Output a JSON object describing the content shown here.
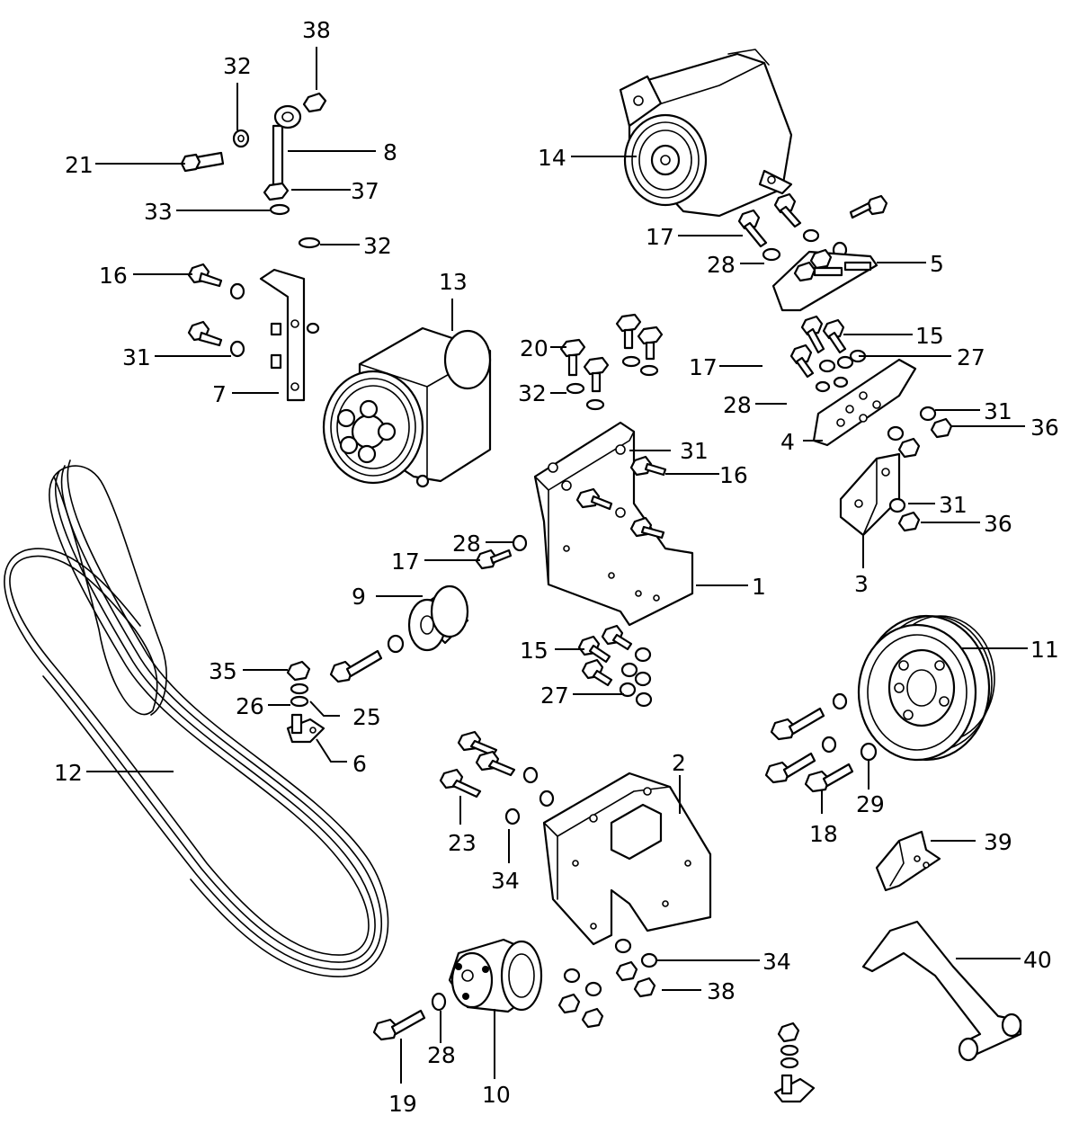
{
  "diagram": {
    "callouts": [
      {
        "id": "c1",
        "label": "1"
      },
      {
        "id": "c2",
        "label": "2"
      },
      {
        "id": "c3",
        "label": "3"
      },
      {
        "id": "c4",
        "label": "4"
      },
      {
        "id": "c5",
        "label": "5"
      },
      {
        "id": "c6",
        "label": "6"
      },
      {
        "id": "c7",
        "label": "7"
      },
      {
        "id": "c8",
        "label": "8"
      },
      {
        "id": "c9",
        "label": "9"
      },
      {
        "id": "c10",
        "label": "10"
      },
      {
        "id": "c11",
        "label": "11"
      },
      {
        "id": "c12",
        "label": "12"
      },
      {
        "id": "c13",
        "label": "13"
      },
      {
        "id": "c14",
        "label": "14"
      },
      {
        "id": "c15a",
        "label": "15"
      },
      {
        "id": "c15b",
        "label": "15"
      },
      {
        "id": "c16a",
        "label": "16"
      },
      {
        "id": "c16b",
        "label": "16"
      },
      {
        "id": "c17a",
        "label": "17"
      },
      {
        "id": "c17b",
        "label": "17"
      },
      {
        "id": "c17c",
        "label": "17"
      },
      {
        "id": "c18",
        "label": "18"
      },
      {
        "id": "c19",
        "label": "19"
      },
      {
        "id": "c20",
        "label": "20"
      },
      {
        "id": "c21",
        "label": "21"
      },
      {
        "id": "c23",
        "label": "23"
      },
      {
        "id": "c25",
        "label": "25"
      },
      {
        "id": "c26",
        "label": "26"
      },
      {
        "id": "c27a",
        "label": "27"
      },
      {
        "id": "c27b",
        "label": "27"
      },
      {
        "id": "c28a",
        "label": "28"
      },
      {
        "id": "c28b",
        "label": "28"
      },
      {
        "id": "c28c",
        "label": "28"
      },
      {
        "id": "c28d",
        "label": "28"
      },
      {
        "id": "c29",
        "label": "29"
      },
      {
        "id": "c31a",
        "label": "31"
      },
      {
        "id": "c31b",
        "label": "31"
      },
      {
        "id": "c31c",
        "label": "31"
      },
      {
        "id": "c31d",
        "label": "31"
      },
      {
        "id": "c32a",
        "label": "32"
      },
      {
        "id": "c32b",
        "label": "32"
      },
      {
        "id": "c32c",
        "label": "32"
      },
      {
        "id": "c33",
        "label": "33"
      },
      {
        "id": "c34a",
        "label": "34"
      },
      {
        "id": "c34b",
        "label": "34"
      },
      {
        "id": "c35",
        "label": "35"
      },
      {
        "id": "c36a",
        "label": "36"
      },
      {
        "id": "c36b",
        "label": "36"
      },
      {
        "id": "c37",
        "label": "37"
      },
      {
        "id": "c38a",
        "label": "38"
      },
      {
        "id": "c38b",
        "label": "38"
      },
      {
        "id": "c39",
        "label": "39"
      },
      {
        "id": "c40",
        "label": "40"
      }
    ]
  }
}
